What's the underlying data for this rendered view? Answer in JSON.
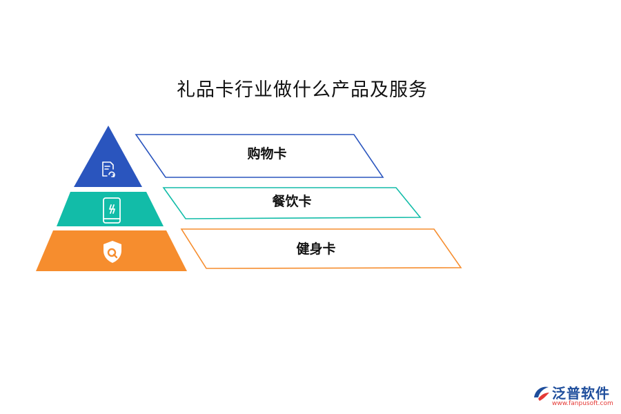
{
  "title": "礼品卡行业做什么产品及服务",
  "levels": [
    {
      "label": "购物卡",
      "color": "#2a55be",
      "icon": "document-refresh-icon"
    },
    {
      "label": "餐饮卡",
      "color": "#12bca8",
      "icon": "mobile-phone-icon"
    },
    {
      "label": "健身卡",
      "color": "#f68d2e",
      "icon": "shield-search-icon"
    }
  ],
  "brand": {
    "name": "泛普软件",
    "url": "www.fanpusoft.com"
  }
}
